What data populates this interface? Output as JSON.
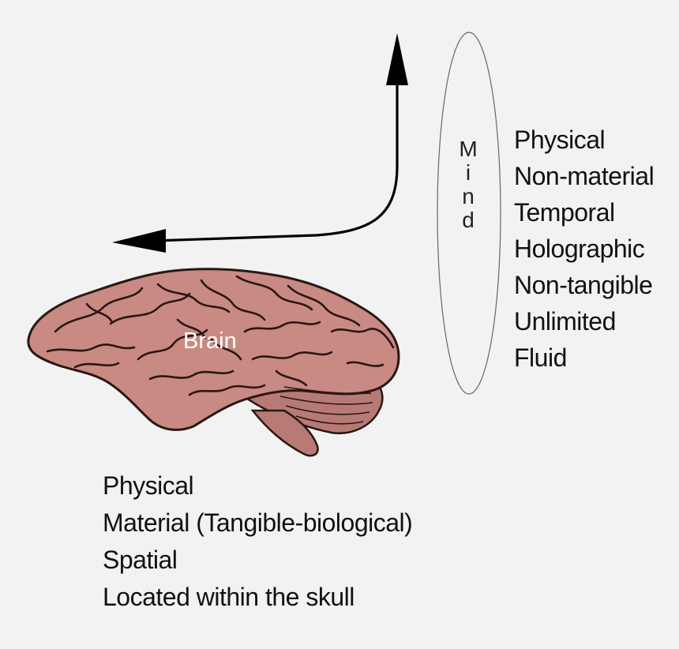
{
  "mind": {
    "letters": [
      "M",
      "i",
      "n",
      "d"
    ],
    "attributes": [
      "Physical",
      "Non-material",
      "Temporal",
      "Holographic",
      "Non-tangible",
      "Unlimited",
      "Fluid"
    ]
  },
  "brain": {
    "label": "Brain",
    "attributes": [
      "Physical",
      "Material (Tangible-biological)",
      "Spatial",
      "Located within the skull"
    ]
  },
  "colors": {
    "background": "#f2f2f2",
    "brain_fill": "#c98a84",
    "brain_sulci": "#2a1712",
    "arrow": "#000000",
    "ellipse_stroke": "#555555"
  }
}
